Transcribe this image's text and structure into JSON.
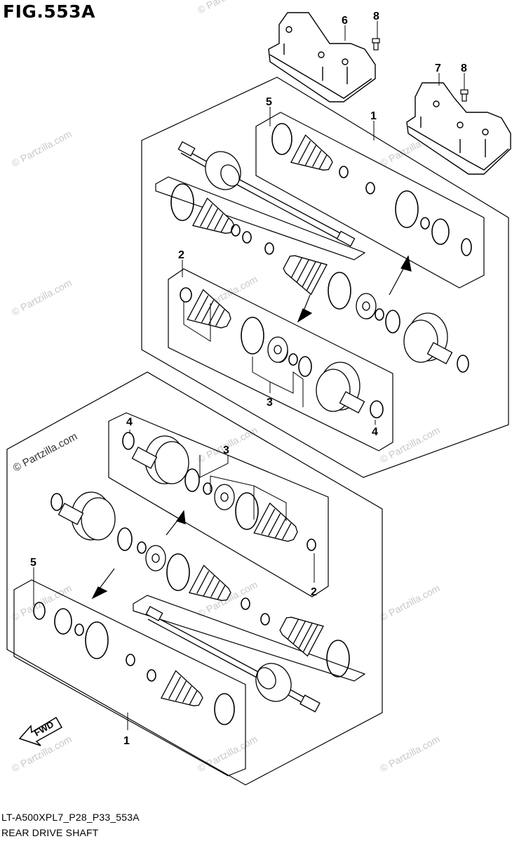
{
  "figure": {
    "title": "FIG.553A",
    "code": "LT-A500XPL7_P28_P33_553A",
    "name": "REAR DRIVE SHAFT"
  },
  "callouts": [
    "1",
    "2",
    "3",
    "4",
    "5",
    "6",
    "7",
    "8"
  ],
  "watermark": {
    "text": "© Partzilla.com",
    "dark_text": "© Partzilla.com"
  },
  "direction_label": "FWD"
}
